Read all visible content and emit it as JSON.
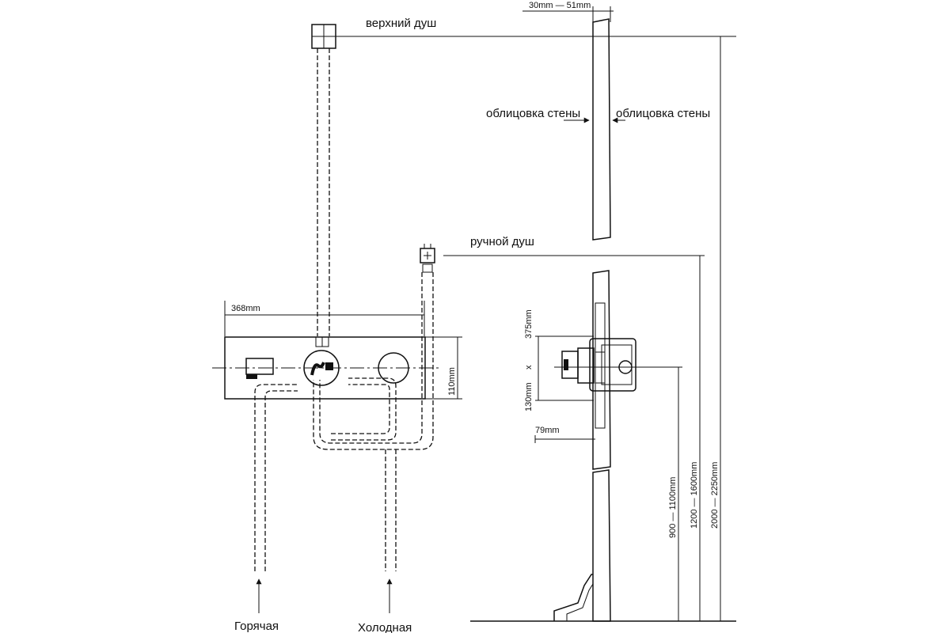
{
  "labels": {
    "top_shower": "верхний душ",
    "hand_shower": "ручной душ",
    "wall_cladding_left": "облицовка стены",
    "wall_cladding_right": "облицовка стены",
    "hot": "Горячая",
    "cold": "Холодная"
  },
  "dimensions": {
    "wall_depth": "30mm  —  51mm",
    "panel_width": "368mm",
    "panel_height": "110mm",
    "box_height": "375mm",
    "times": "x",
    "box_width": "130mm",
    "box_depth": "79mm",
    "mixer_height": "900 — 1100mm",
    "hand_shower_height": "1200 — 1600mm",
    "top_shower_height": "2000 — 2250mm"
  }
}
